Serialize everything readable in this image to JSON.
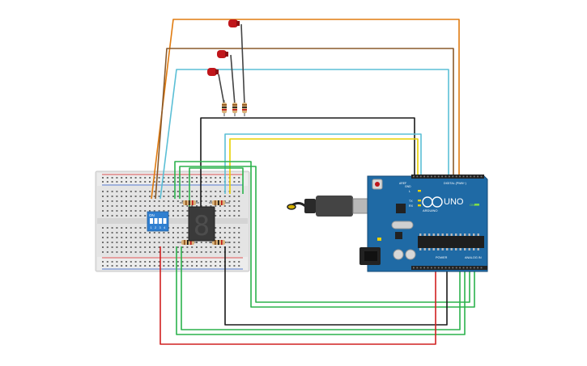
{
  "colors": {
    "orange": "#e07b10",
    "brown": "#8a5a2b",
    "cyan": "#5bbfd6",
    "black": "#1a1a1a",
    "yellow": "#e8d000",
    "green": "#2bb24c",
    "red": "#d02020",
    "arduino_blue": "#1f6aa5",
    "breadboard": "#e6e6e6",
    "led_red": "#c0151a"
  },
  "arduino": {
    "brand": "ARDUINO",
    "model": "UNO",
    "digital_label": "DIGITAL (PWM~)",
    "power_label": "POWER",
    "analog_label": "ANALOG IN",
    "on_label": "ON",
    "tx_label": "TX",
    "rx_label": "RX",
    "l_label": "L",
    "aref_label": "AREF",
    "gnd_label": "GND"
  },
  "dip_switch": {
    "on_label": "ON",
    "numbers": [
      "1",
      "2",
      "3",
      "4"
    ]
  },
  "seven_segment": {
    "digit": "8"
  }
}
